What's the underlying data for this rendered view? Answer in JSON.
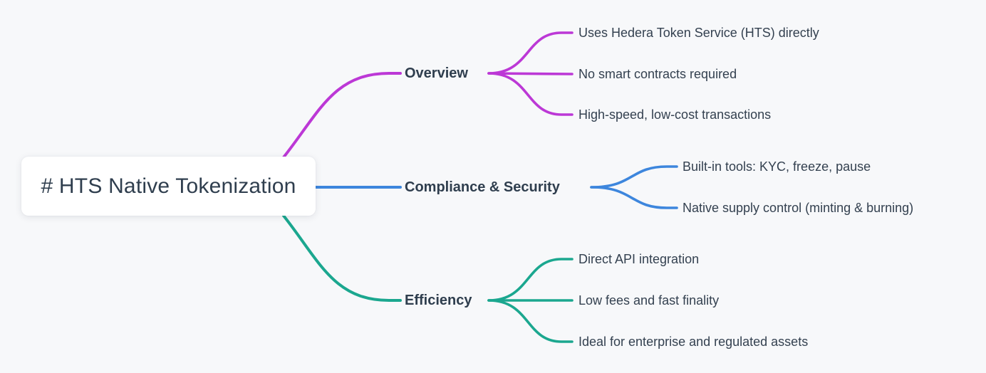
{
  "root": {
    "label": "# HTS Native Tokenization"
  },
  "branches": [
    {
      "label": "Overview",
      "color": "#bc38d6",
      "children": [
        "Uses Hedera Token Service (HTS) directly",
        "No smart contracts required",
        "High-speed, low-cost transactions"
      ]
    },
    {
      "label": "Compliance & Security",
      "color": "#3d86dd",
      "children": [
        "Built-in tools: KYC, freeze, pause",
        "Native supply control (minting & burning)"
      ]
    },
    {
      "label": "Efficiency",
      "color": "#1ba78f",
      "children": [
        "Direct API integration",
        "Low fees and fast finality",
        "Ideal for enterprise and regulated assets"
      ]
    }
  ],
  "colors": {
    "background": "#f7f8fa",
    "node_background": "#ffffff",
    "text": "#2f3e4e"
  }
}
